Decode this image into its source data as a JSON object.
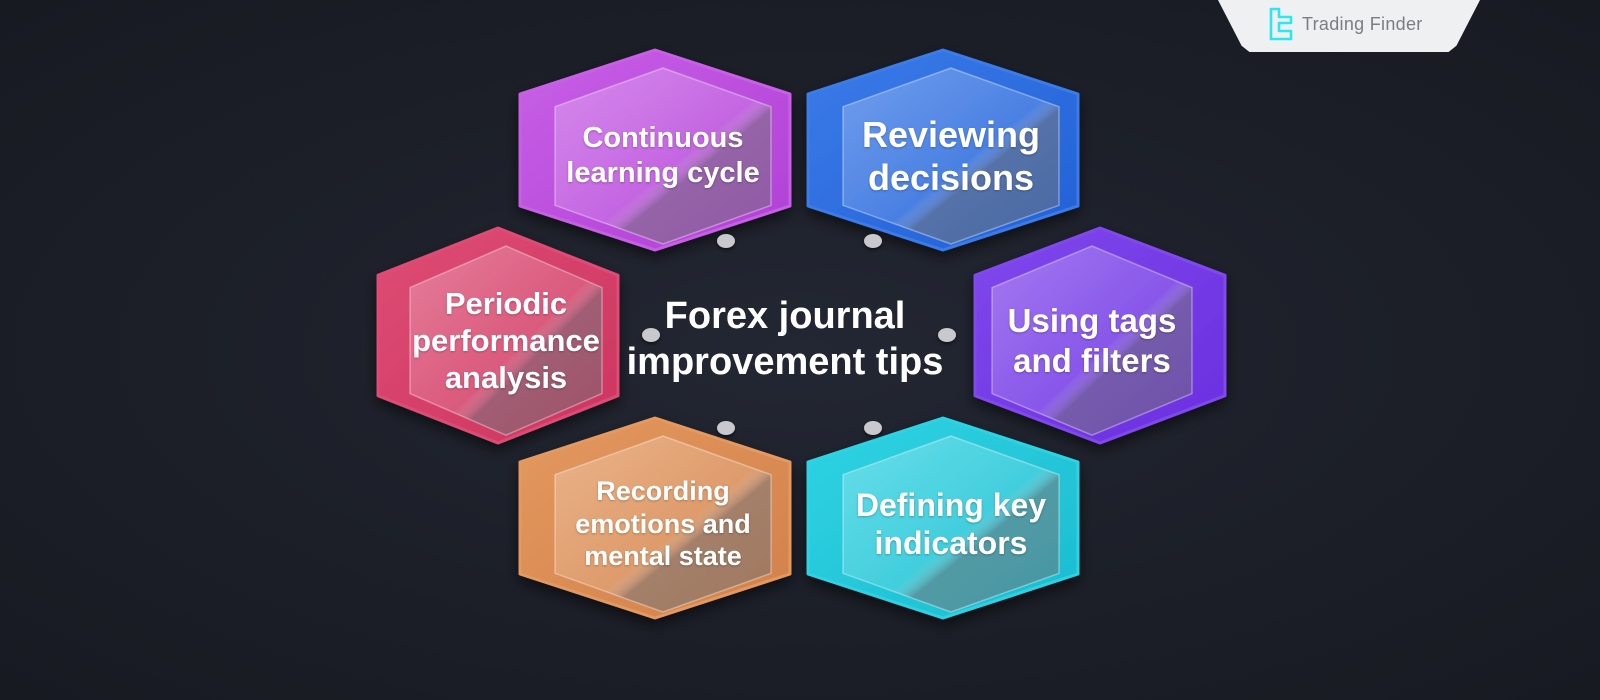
{
  "brand": {
    "name": "Trading Finder",
    "accent": "#2ee6f0"
  },
  "center": {
    "line1": "Forex journal",
    "line2": "improvement tips"
  },
  "tips": [
    {
      "id": "continuous-learning",
      "lines": [
        "Continuous",
        "learning cycle"
      ],
      "color": "#b03fd6",
      "color_light": "#c860e6"
    },
    {
      "id": "reviewing-decisions",
      "lines": [
        "Reviewing",
        "decisions"
      ],
      "color": "#2160d6",
      "color_light": "#3b7be8"
    },
    {
      "id": "tags-filters",
      "lines": [
        "Using tags",
        "and filters"
      ],
      "color": "#6a2fe0",
      "color_light": "#8048ec"
    },
    {
      "id": "key-indicators",
      "lines": [
        "Defining key",
        "indicators"
      ],
      "color": "#1bbccf",
      "color_light": "#2fd3e3"
    },
    {
      "id": "recording-emotions",
      "lines": [
        "Recording",
        "emotions and",
        "mental state"
      ],
      "color": "#d2804a",
      "color_light": "#e3995f"
    },
    {
      "id": "periodic-analysis",
      "lines": [
        "Periodic",
        "performance",
        "analysis"
      ],
      "color": "#cc3560",
      "color_light": "#de4c74"
    }
  ],
  "connector_color": "#c8c9cc"
}
